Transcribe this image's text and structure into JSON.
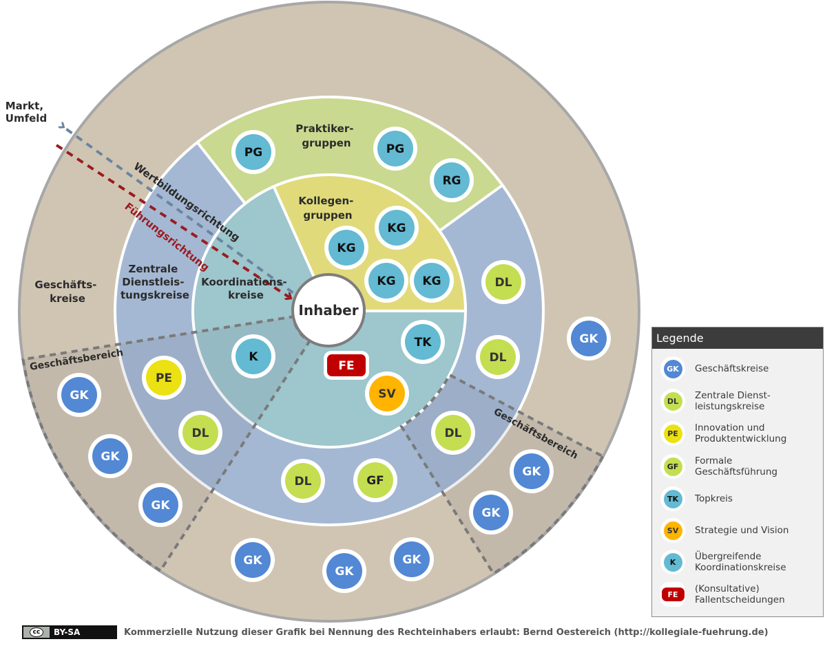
{
  "diagram": {
    "center_label": "Inhaber",
    "outside_label": [
      "Markt,",
      "Umfeld"
    ],
    "ring_labels": {
      "outer": [
        "Geschäfts-",
        "kreise"
      ],
      "dienstleistung": [
        "Zentrale",
        "Dienstleis-",
        "tungskreise"
      ],
      "koordination": [
        "Koordinations-",
        "kreise"
      ],
      "praktiker": [
        "Praktiker-",
        "gruppen"
      ],
      "kollegen": [
        "Kollegen-",
        "gruppen"
      ]
    },
    "arrows": {
      "wertbildung": "Wertbildungsrichtung",
      "fuehrung": "Führungsrichtung"
    },
    "geschaeftsbereich_label": "Geschäftsbereich",
    "colors": {
      "outer_ring": "#d0c5b3",
      "outer_border": "#a7a7a7",
      "dienstleistung_ring": "#a4b8d3",
      "koordination": "#9dc6cd",
      "praktiker": "#c9d98f",
      "kollegen": "#e0da7a",
      "wertbildung_arrow": "#6a85a0",
      "fuehrung_arrow": "#9a1b1f",
      "dashed_line": "#7a7a7a"
    },
    "badges": [
      {
        "code": "PG",
        "type": "K"
      },
      {
        "code": "PG",
        "type": "K"
      },
      {
        "code": "RG",
        "type": "K"
      },
      {
        "code": "KG",
        "type": "K"
      },
      {
        "code": "KG",
        "type": "K"
      },
      {
        "code": "KG",
        "type": "K"
      },
      {
        "code": "KG",
        "type": "K"
      },
      {
        "code": "DL",
        "type": "DL"
      },
      {
        "code": "DL",
        "type": "DL"
      },
      {
        "code": "DL",
        "type": "DL"
      },
      {
        "code": "DL",
        "type": "DL"
      },
      {
        "code": "GF",
        "type": "GF"
      },
      {
        "code": "DL",
        "type": "DL"
      },
      {
        "code": "PE",
        "type": "PE"
      },
      {
        "code": "K",
        "type": "K"
      },
      {
        "code": "TK",
        "type": "TK"
      },
      {
        "code": "SV",
        "type": "SV"
      },
      {
        "code": "FE",
        "type": "FE"
      },
      {
        "code": "GK",
        "type": "GK"
      },
      {
        "code": "GK",
        "type": "GK"
      },
      {
        "code": "GK",
        "type": "GK"
      },
      {
        "code": "GK",
        "type": "GK"
      },
      {
        "code": "GK",
        "type": "GK"
      },
      {
        "code": "GK",
        "type": "GK"
      },
      {
        "code": "GK",
        "type": "GK"
      },
      {
        "code": "GK",
        "type": "GK"
      },
      {
        "code": "GK",
        "type": "GK"
      }
    ]
  },
  "badge_styles": {
    "GK": {
      "fill": "#5288d4",
      "text": "#ffffff"
    },
    "DL": {
      "fill": "#c3de50",
      "text": "#333333"
    },
    "PE": {
      "fill": "#ece112",
      "text": "#333333"
    },
    "GF": {
      "fill": "#c3de50",
      "text": "#222222"
    },
    "TK": {
      "fill": "#63bad2",
      "text": "#111111"
    },
    "SV": {
      "fill": "#ffb400",
      "text": "#333333"
    },
    "K": {
      "fill": "#63bad2",
      "text": "#111111"
    },
    "FE": {
      "fill": "#c00000",
      "text": "#ffffff"
    }
  },
  "legend": {
    "title": "Legende",
    "items": [
      {
        "code": "GK",
        "label": "Geschäftskreise"
      },
      {
        "code": "DL",
        "label": "Zentrale Dienst-\nleistungskreise"
      },
      {
        "code": "PE",
        "label": "Innovation und\nProduktentwicklung"
      },
      {
        "code": "GF",
        "label": "Formale\nGeschäftsführung"
      },
      {
        "code": "TK",
        "label": "Topkreis"
      },
      {
        "code": "SV",
        "label": "Strategie und Vision"
      },
      {
        "code": "K",
        "label": "Übergreifende\nKoordinationskreise"
      },
      {
        "code": "FE",
        "label": "(Konsultative)\nFallentscheidungen"
      }
    ]
  },
  "footer": {
    "cc_logo": "cc",
    "license": "BY-SA",
    "note": "Kommerzielle Nutzung dieser Grafik bei Nennung des Rechteinhabers erlaubt: Bernd Oestereich (http://kollegiale-fuehrung.de)"
  }
}
